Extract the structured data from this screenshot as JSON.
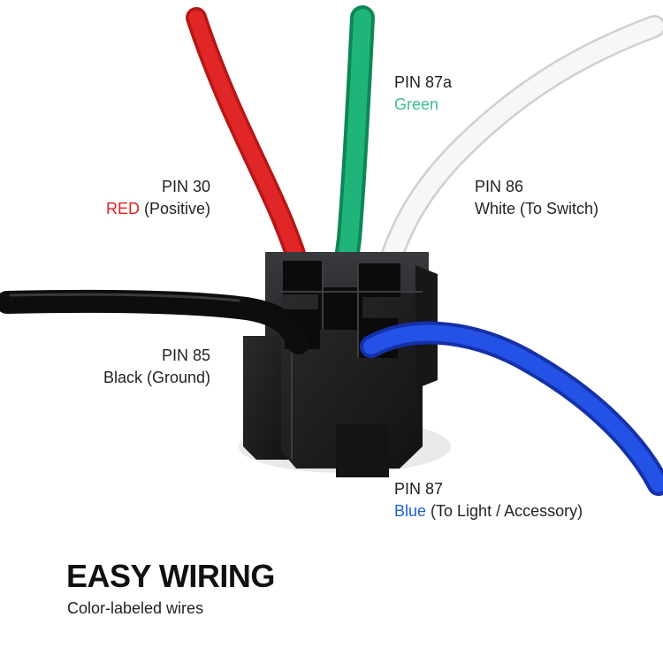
{
  "labels": {
    "pin30": {
      "pin": "PIN 30",
      "color_word": "RED",
      "desc": " (Positive)",
      "accent": "#e02020"
    },
    "pin87a": {
      "pin": "PIN 87a",
      "color_word": "Green",
      "accent": "#3bbf8f"
    },
    "pin86": {
      "pin": "PIN 86",
      "desc": "White (To Switch)"
    },
    "pin85": {
      "pin": "PIN 85",
      "desc": "Black (Ground)"
    },
    "pin87": {
      "pin": "PIN 87",
      "color_word": "Blue",
      "desc": " (To Light / Accessory)",
      "accent": "#1f5fd6"
    }
  },
  "headline": "EASY WIRING",
  "subline": "Color-labeled wires",
  "colors": {
    "wire_red": "#d81e1e",
    "wire_green": "#16a06a",
    "wire_white": "#f4f4f4",
    "wire_black": "#151515",
    "wire_blue": "#1b3fd4",
    "connector_body": "#1d1d1f"
  }
}
